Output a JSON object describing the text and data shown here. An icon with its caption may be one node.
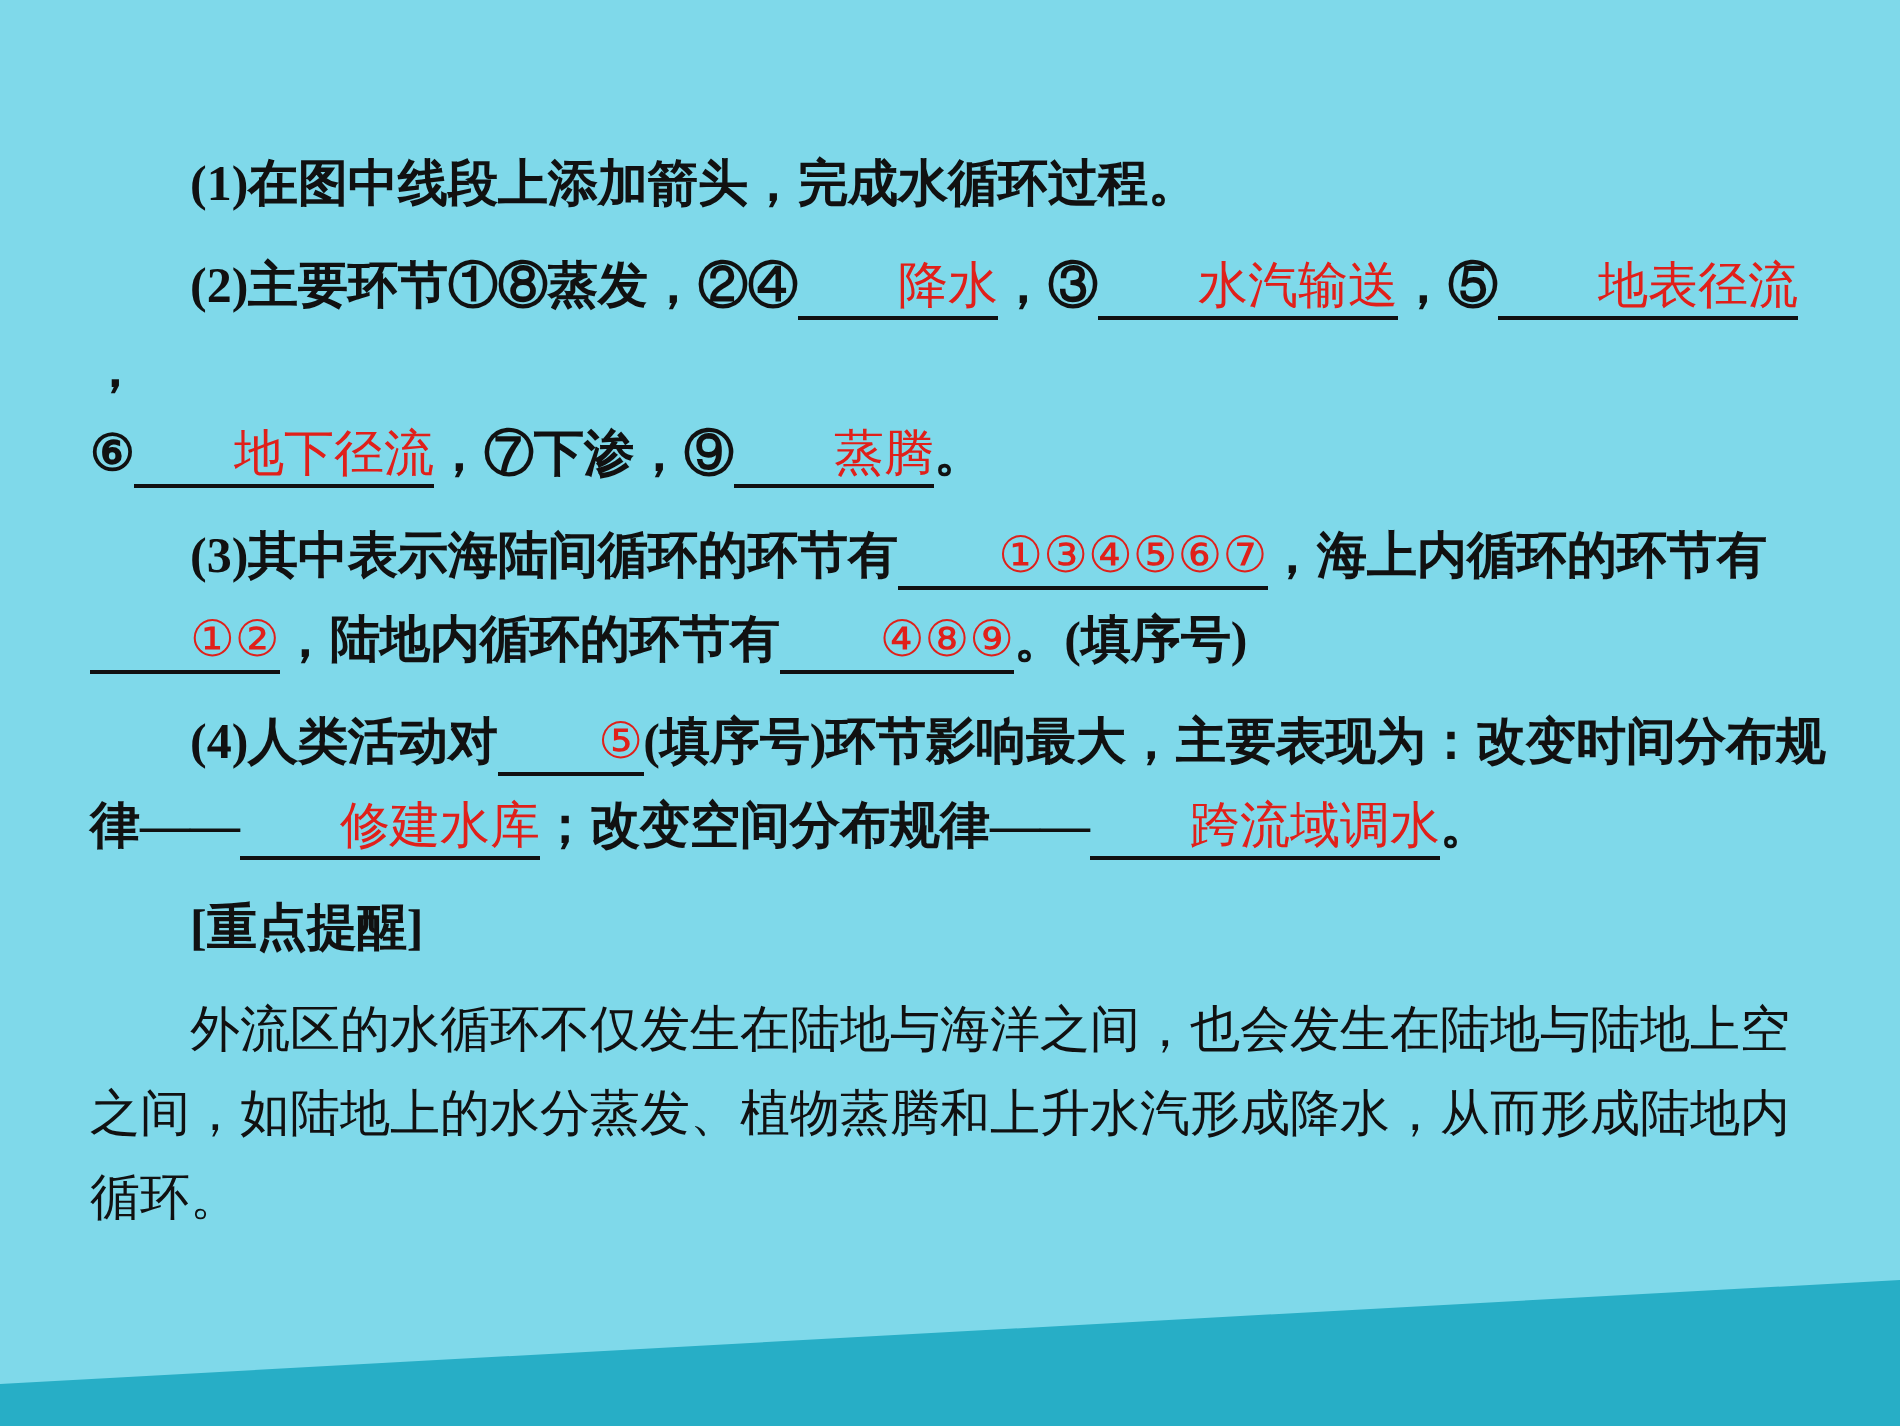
{
  "diagram": {
    "labels": [
      "(1)在图中线段上添加箭头，完成水循环过程。",
      "(2)主要环节①⑧蒸发，②④",
      "降水",
      "，③",
      "水汽输送",
      "，⑤",
      "地表径流",
      "，",
      "⑥",
      "地下径流",
      "，⑦下渗，⑨",
      "蒸腾",
      "。",
      "(3)其中表示海陆间循环的环节有",
      "①③④⑤⑥⑦",
      "，海上内循环的环节有",
      "①②",
      "，陆地内循环的环节有",
      "④⑧⑨",
      "。(填序号)",
      "(4)人类活动对",
      "⑤",
      "(填序号)环节影响最大，主要表现为：改变时间分布规律——",
      "修建水库",
      "；改变空间分布规律——",
      "跨流域调水",
      "。",
      "[重点提醒]",
      "外流区的水循环不仅发生在陆地与海洋之间，也会发生在陆地与陆地上空之间，如陆地上的水分蒸发、植物蒸腾和上升水汽形成降水，从而形成陆地内循环。"
    ]
  }
}
